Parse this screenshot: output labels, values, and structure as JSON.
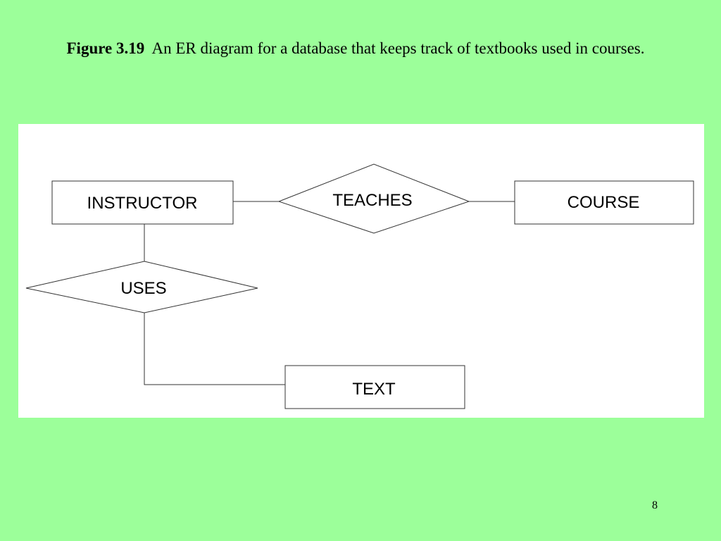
{
  "caption": {
    "label": "Figure 3.19",
    "text": "An ER diagram for a database that keeps track of textbooks used in courses."
  },
  "diagram": {
    "entities": {
      "instructor": "INSTRUCTOR",
      "course": "COURSE",
      "text": "TEXT"
    },
    "relationships": {
      "teaches": "TEACHES",
      "uses": "USES"
    }
  },
  "page_number": "8",
  "colors": {
    "background": "#9cff9a",
    "panel": "#ffffff",
    "stroke": "#333333"
  }
}
